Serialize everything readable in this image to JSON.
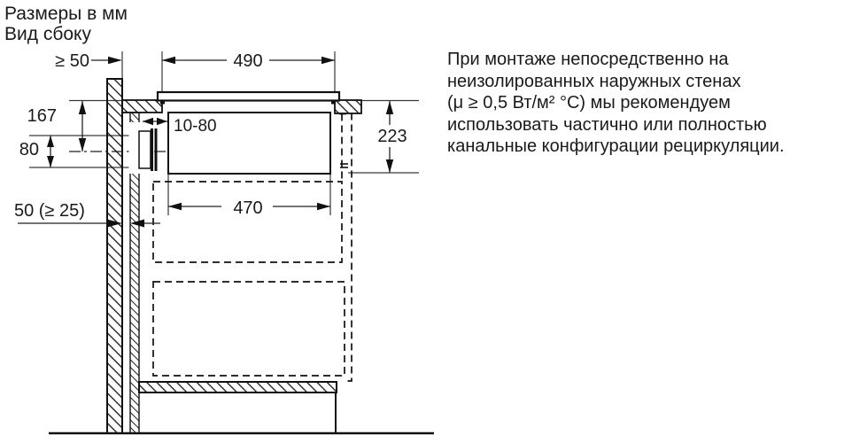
{
  "header": {
    "line1": "Размеры в мм",
    "line2": "Вид сбоку"
  },
  "note": {
    "lines": [
      "При монтаже непосредственно на",
      "неизолированных наружных стенах",
      "(μ ≥ 0,5 Вт/м² °C) мы рекомендуем",
      "использовать частично или полностью",
      "канальные конфигурации рециркуляции."
    ]
  },
  "dimensions": {
    "wall_clearance": "≥ 50",
    "hob_top_width": "490",
    "outlet_offset": "167",
    "duct_adjust_range": "10-80",
    "outlet_height": "80",
    "body_depth": "223",
    "back_gap": "50 (≥ 25)",
    "body_width": "470"
  },
  "colors": {
    "line": "#111111",
    "thin_line": "#2a2a2a",
    "background": "#ffffff"
  }
}
